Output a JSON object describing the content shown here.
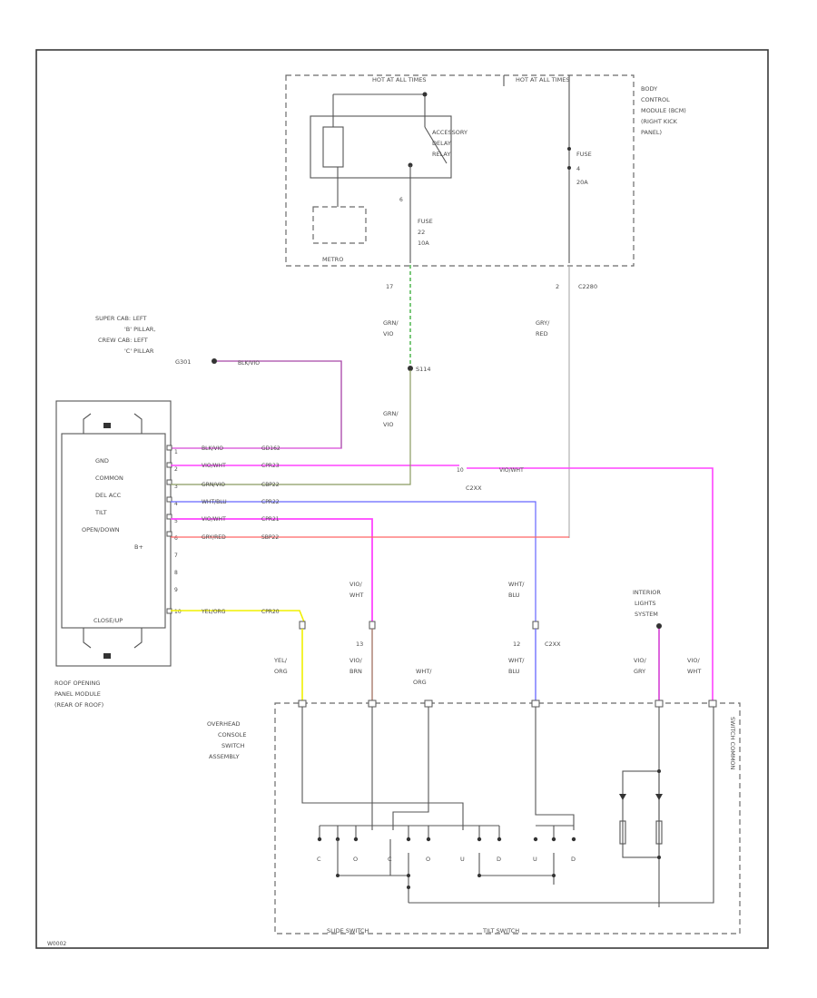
{
  "top_header": {
    "hot_at_all_times_1": "HOT AT ALL TIMES",
    "hot_at_all_times_2": "HOT AT ALL TIMES"
  },
  "bcm": {
    "label_line1": "BODY",
    "label_line2": "CONTROL",
    "label_line3": "MODULE (BCM)",
    "label_line4": "(RIGHT KICK",
    "label_line5": "PANEL)",
    "relay_line1": "ACCESSORY",
    "relay_line2": "DELAY",
    "relay_line3": "RELAY",
    "fuse_a_line1": "FUSE",
    "fuse_a_line2": "22",
    "fuse_a_line3": "10A",
    "fuse_b_line1": "FUSE",
    "fuse_b_line2": "4",
    "fuse_b_line3": "20A",
    "connector": "C2280",
    "pin_a": "17",
    "pin_b": "2",
    "pin_relay": "6",
    "module_ref": "METRO"
  },
  "ground": {
    "label_line1": "SUPER CAB: LEFT",
    "label_line2": "'B' PILLAR,",
    "label_line3": "CREW CAB: LEFT",
    "label_line4": "'C' PILLAR",
    "id": "G301",
    "wire": "BLK/VIO"
  },
  "splice": {
    "id": "S114"
  },
  "wires": {
    "grn_vio_1": "GRN/",
    "grn_vio_2": "VIO",
    "gry_red_1": "GRY/",
    "gry_red_2": "RED",
    "vio_wht_1": "VIO/",
    "vio_wht_2": "WHT",
    "wht_blu_1": "WHT/",
    "wht_blu_2": "BLU",
    "yel_org_1": "YEL/",
    "yel_org_2": "ORG",
    "vio_brn_1": "VIO/",
    "vio_brn_2": "BRN",
    "wht_org_1": "WHT/",
    "wht_org_2": "ORG",
    "vio_gry_1": "VIO/",
    "vio_gry_2": "GRY",
    "vio_wht_b1": "VIO/",
    "vio_wht_b2": "WHT"
  },
  "module": {
    "label_line1": "ROOF OPENING",
    "label_line2": "PANEL MODULE",
    "label_line3": "(REAR OF ROOF)",
    "pins": [
      "GND",
      "COMMON",
      "DEL ACC",
      "TILT",
      "OPEN/DOWN",
      "B+",
      "CLOSE/UP"
    ],
    "pin_numbers": [
      "1",
      "2",
      "3",
      "4",
      "5",
      "6",
      "7",
      "8",
      "9",
      "10"
    ],
    "rows": [
      {
        "wire": "BLK/VIO",
        "circuit": "GD162"
      },
      {
        "wire": "VIO/WHT",
        "circuit": "CPR23"
      },
      {
        "wire": "GRN/VIO",
        "circuit": "CBP22"
      },
      {
        "wire": "WHT/BLU",
        "circuit": "CPR22"
      },
      {
        "wire": "VIO/WHT",
        "circuit": "CPR21"
      },
      {
        "wire": "GRY/RED",
        "circuit": "SBP22"
      },
      {
        "wire": "YEL/ORG",
        "circuit": "CPR20"
      }
    ]
  },
  "connector_mid": {
    "id": "C2XX",
    "pin": "10",
    "wire": "VIO/WHT"
  },
  "connector_lower": {
    "id": "C2XX",
    "pin_a": "13",
    "pin_b": "12"
  },
  "interior_lights": {
    "line1": "INTERIOR",
    "line2": "LIGHTS",
    "line3": "SYSTEM"
  },
  "overhead": {
    "label_line1": "OVERHEAD",
    "label_line2": "CONSOLE",
    "label_line3": "SWITCH",
    "label_line4": "ASSEMBLY",
    "slide_switch": "SLIDE SWITCH",
    "tilt_switch": "TILT SWITCH",
    "side_label": "SWITCH COMMON",
    "contacts": [
      "C",
      "O",
      "C",
      "O",
      "U",
      "D",
      "U",
      "D"
    ]
  },
  "footer": {
    "code": "W0002"
  },
  "colors": {
    "magenta": "#ff44ff",
    "violet": "#cc66cc",
    "green": "#33aa33",
    "blue": "#5555ff",
    "red": "#ff5555",
    "yellow": "#f0f000",
    "gray": "#999999",
    "brown": "#a07060"
  }
}
